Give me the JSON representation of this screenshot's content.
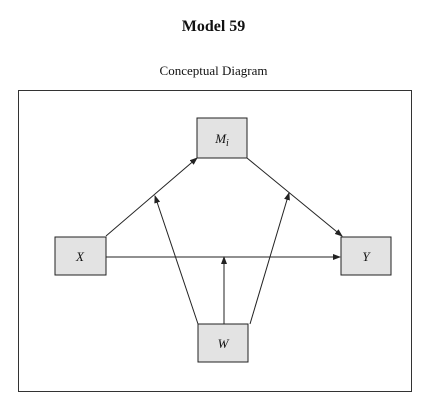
{
  "title": "Model 59",
  "subtitle": "Conceptual Diagram",
  "nodes": {
    "m": {
      "label": "M",
      "subscript": "i"
    },
    "x": {
      "label": "X"
    },
    "y": {
      "label": "Y"
    },
    "w": {
      "label": "W"
    }
  }
}
